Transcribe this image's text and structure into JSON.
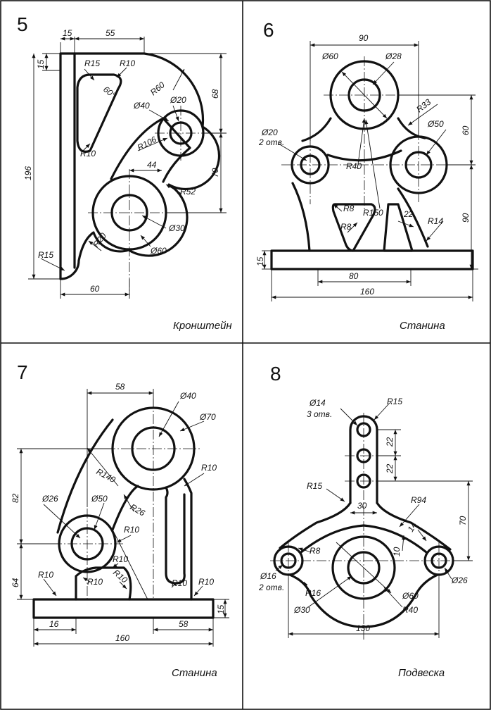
{
  "panels": [
    {
      "number": "5",
      "caption": "Кронштейн",
      "dims": [
        "15",
        "55",
        "15",
        "R15",
        "R10",
        "60°",
        "R60",
        "68",
        "Ø20",
        "Ø40",
        "196",
        "R10",
        "R106",
        "44",
        "70",
        "R52",
        "Ø30",
        "R20",
        "Ø60",
        "R15",
        "60"
      ]
    },
    {
      "number": "6",
      "caption": "Станина",
      "dims": [
        "90",
        "Ø60",
        "Ø28",
        "R33",
        "60",
        "Ø20",
        "2 отв.",
        "Ø50",
        "R40",
        "R8",
        "R150",
        "22",
        "R14",
        "90",
        "R8",
        "15",
        "80",
        "160"
      ]
    },
    {
      "number": "7",
      "caption": "Станина",
      "dims": [
        "58",
        "Ø40",
        "Ø70",
        "R140",
        "R10",
        "82",
        "Ø26",
        "Ø50",
        "R26",
        "R10",
        "R10",
        "64",
        "R10",
        "R10",
        "R10",
        "R10",
        "R10",
        "15",
        "16",
        "58",
        "160"
      ]
    },
    {
      "number": "8",
      "caption": "Подвеска",
      "dims": [
        "Ø14",
        "3 отв.",
        "R15",
        "22",
        "22",
        "R15",
        "30",
        "R94",
        "70",
        "14",
        "R8",
        "10",
        "Ø16",
        "2 отв.",
        "Ø26",
        "R16",
        "Ø60",
        "Ø30",
        "R40",
        "130"
      ]
    }
  ]
}
